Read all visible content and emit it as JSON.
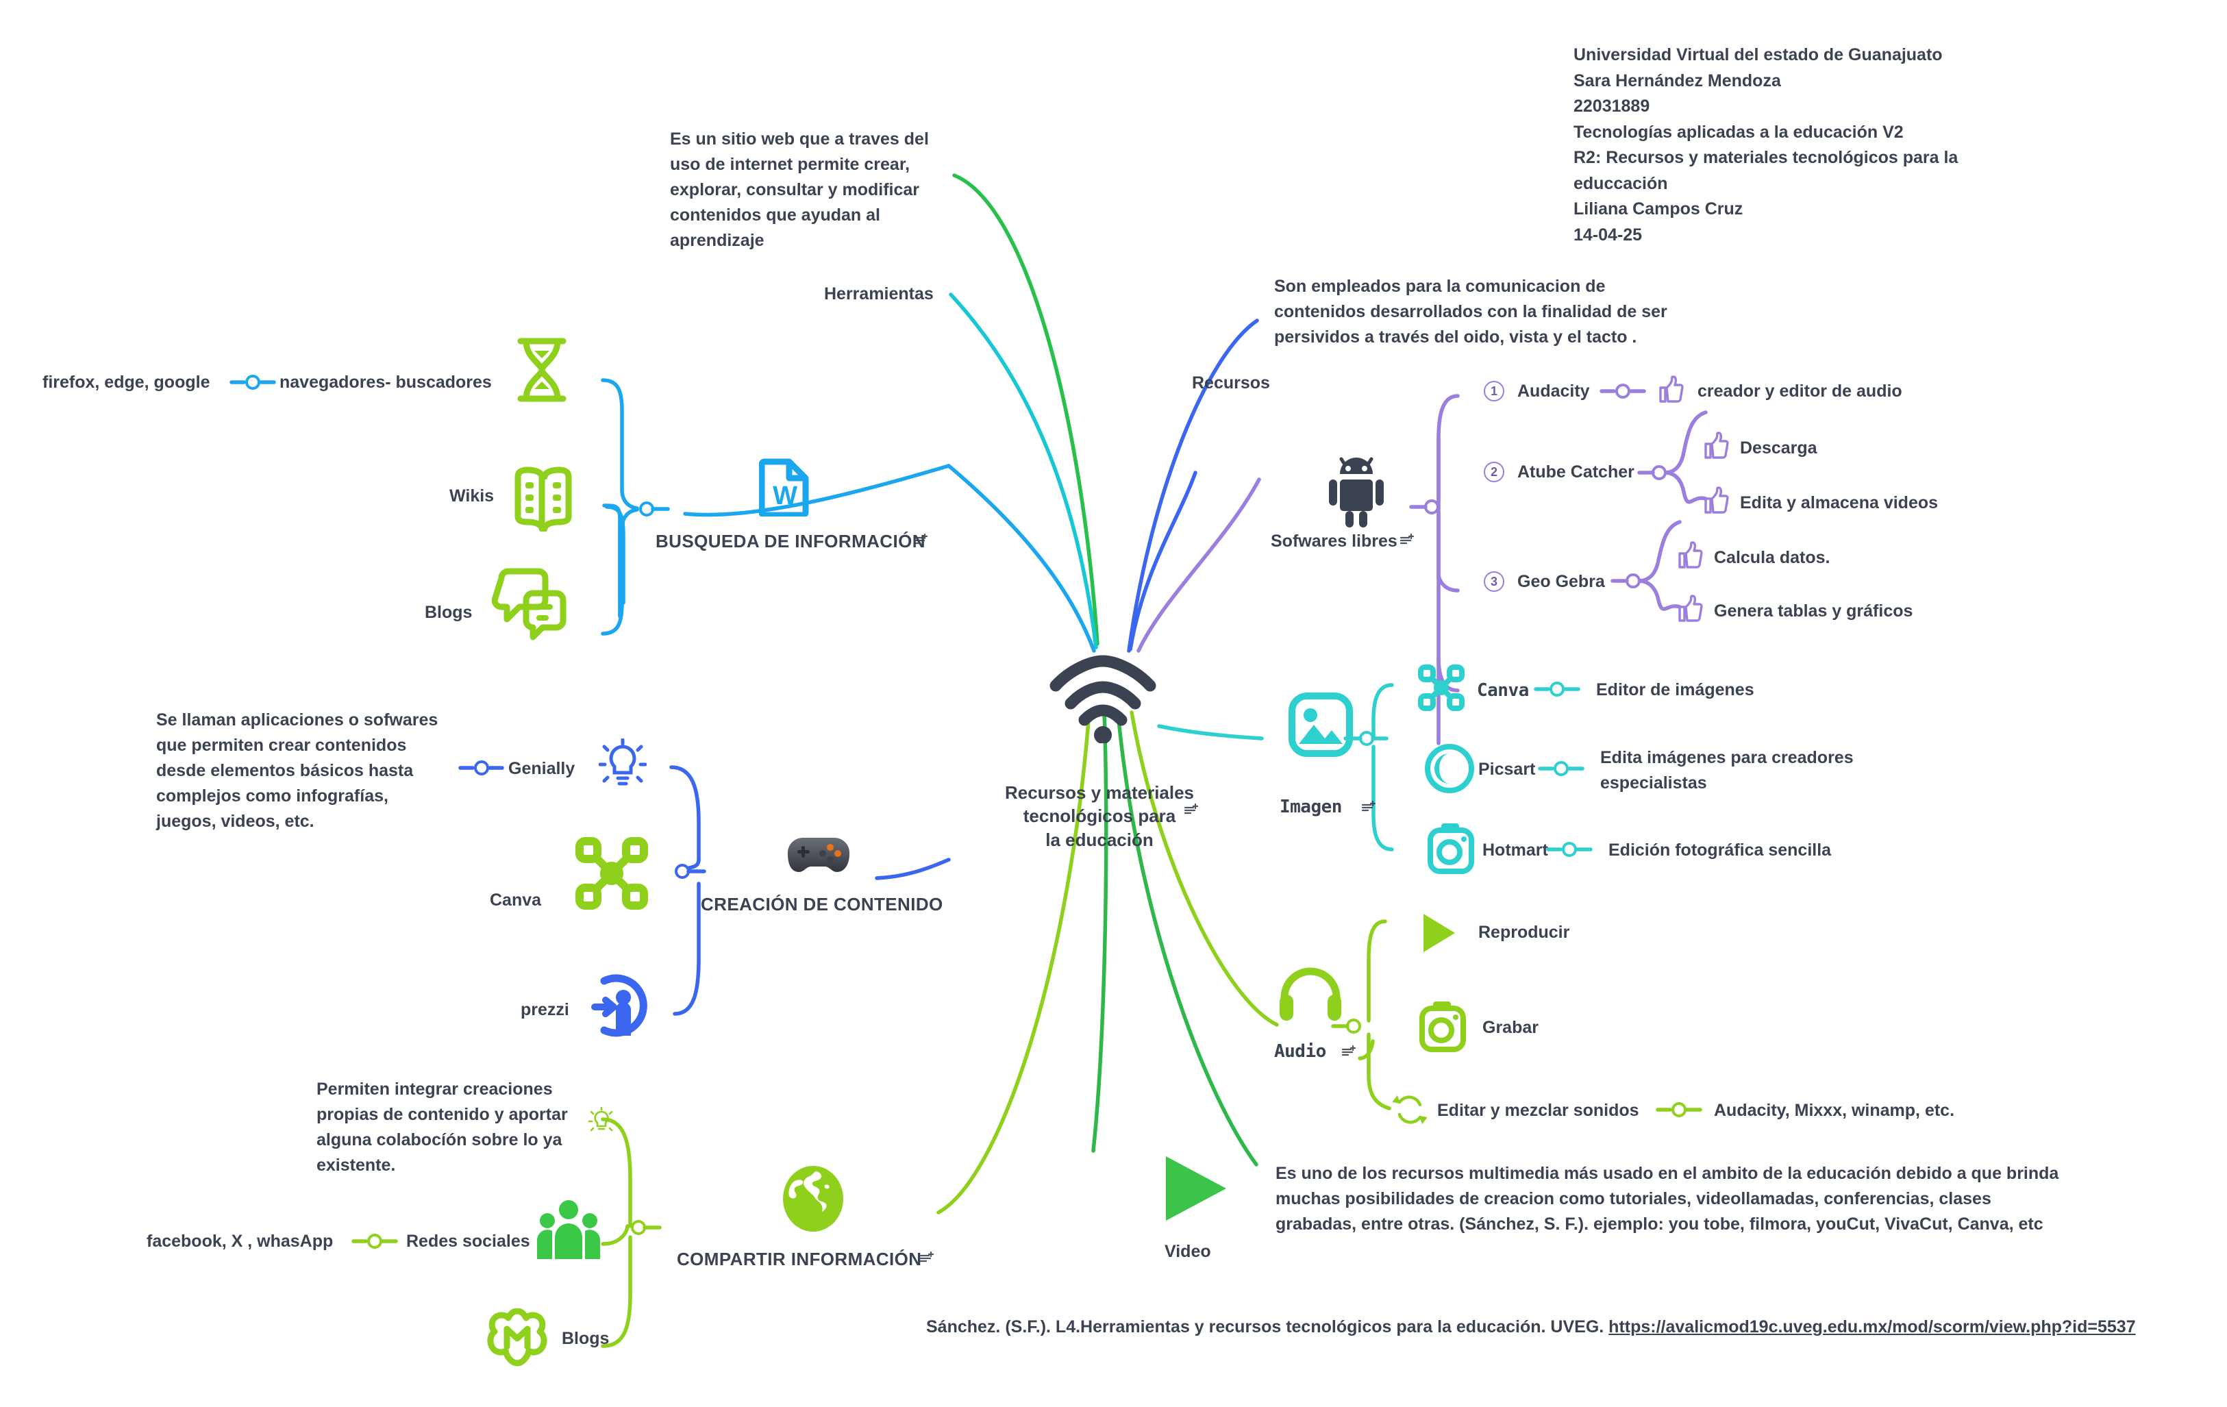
{
  "header": {
    "lines": "Universidad  Virtual del estado de Guanajuato\nSara Hernández Mendoza\n22031889\nTecnologías aplicadas a la educación V2\nR2: Recursos y materiales tecnológicos para la\neduccación\nLiliana Campos Cruz\n14-04-25"
  },
  "central": {
    "label": "Recursos y materiales\ntecnológicos para\nla educación",
    "icon": "wifi-icon",
    "color": "#3b4251"
  },
  "branches": {
    "herramientas": {
      "label": "Herramientas",
      "note": "Es un sitio web que a traves del\nuso de internet permite crear,\nexplorar, consultar y modificar\ncontenidos que ayudan al\naprendizaje",
      "color": "#27c04b"
    },
    "recursos": {
      "label": "Recursos",
      "note": "Son empleados para la comunicacion de\ncontenidos desarrollados con la finalidad de ser\npersividos a través del oido, vista y el tacto .",
      "color": "#3a66f0"
    },
    "busqueda": {
      "label": "BUSQUEDA DE INFORMACIÓN",
      "color": "#1aa7f0",
      "icon": "word-document-icon",
      "items": [
        {
          "label": "navegadores- buscadores",
          "detail": "firefox, edge, google",
          "icon": "hourglass-icon",
          "icon_color": "#8ed01c"
        },
        {
          "label": "Wikis",
          "icon": "open-book-icon",
          "icon_color": "#8ed01c"
        },
        {
          "label": "Blogs",
          "icon": "chat-bubbles-icon",
          "icon_color": "#8ed01c"
        }
      ]
    },
    "softwares": {
      "label": "Sofwares libres",
      "color": "#9b7ede",
      "icon": "android-robot-icon",
      "items": [
        {
          "num": "1",
          "label": "Audacity",
          "children": [
            "creador y editor de audio"
          ]
        },
        {
          "num": "2",
          "label": "Atube Catcher",
          "children": [
            "Descarga",
            "Edita y almacena videos"
          ]
        },
        {
          "num": "3",
          "label": "Geo Gebra",
          "children": [
            "Calcula datos.",
            "Genera tablas y gráficos"
          ]
        }
      ]
    },
    "imagen": {
      "label": "Imagen",
      "color": "#2ed0cf",
      "icon": "picture-icon",
      "items": [
        {
          "label": "Canva",
          "detail": "Editor de imágenes",
          "icon": "drone-icon"
        },
        {
          "label": "Picsart",
          "detail": "Edita imágenes para creadores\nespecialistas",
          "icon": "eye-circle-icon"
        },
        {
          "label": "Hotmart",
          "detail": "Edición fotográfica sencilla",
          "icon": "camera-icon"
        }
      ]
    },
    "audio": {
      "label": "Audio",
      "color": "#8ed01c",
      "icon": "headphones-icon",
      "items": [
        {
          "label": "Reproducir",
          "icon": "play-triangle-icon"
        },
        {
          "label": "Grabar",
          "icon": "camera-record-icon"
        },
        {
          "label": "Editar y mezclar sonidos",
          "detail": "Audacity, Mixxx, winamp, etc.",
          "icon": "refresh-cycle-icon"
        }
      ]
    },
    "video": {
      "label": "Video",
      "color": "#2fb84a",
      "icon": "play-triangle-icon",
      "note": "Es uno de los recursos multimedia más usado en el ambito de la educación debido a que brinda\nmuchas posibilidades de creacion como tutoriales, videollamadas, conferencias, clases\ngrabadas, entre otras. (Sánchez, S. F.). ejemplo:  you tobe, filmora, youCut, VivaCut, Canva, etc"
    },
    "creacion": {
      "label": "CREACIÓN DE CONTENIDO",
      "color": "#3a66f0",
      "icon": "game-controller-icon",
      "note": "Se llaman aplicaciones o sofwares\nque permiten crear contenidos\ndesde elementos básicos hasta\ncomplejos como infografías,\njuegos,  videos, etc.",
      "items": [
        {
          "label": "Genially",
          "icon": "lightbulb-icon",
          "icon_color": "#3a66f0"
        },
        {
          "label": "Canva",
          "icon": "drone-icon",
          "icon_color": "#8ed01c"
        },
        {
          "label": "prezzi",
          "icon": "person-arrow-icon",
          "icon_color": "#3a66f0"
        }
      ]
    },
    "compartir": {
      "label": "COMPARTIR INFORMACIÓN",
      "color": "#8ed01c",
      "icon": "globe-icon",
      "note": "Permiten integrar creaciones\npropias de contenido y aportar\nalguna colabocíón sobre lo ya\nexistente.",
      "items": [
        {
          "label": "Redes sociales",
          "detail": "facebook, X , whasApp",
          "icon": "people-group-icon",
          "icon_color": "#3cc847"
        },
        {
          "label": "Blogs",
          "icon": "m-cloud-icon",
          "icon_color": "#8ed01c"
        }
      ]
    }
  },
  "citation": {
    "text": "Sánchez. (S.F.). L4.Herramientas y recursos tecnológicos para la educación. UVEG. ",
    "url": "https://avalicmod19c.uveg.edu.mx/mod/scorm/view.php?id=5537"
  }
}
